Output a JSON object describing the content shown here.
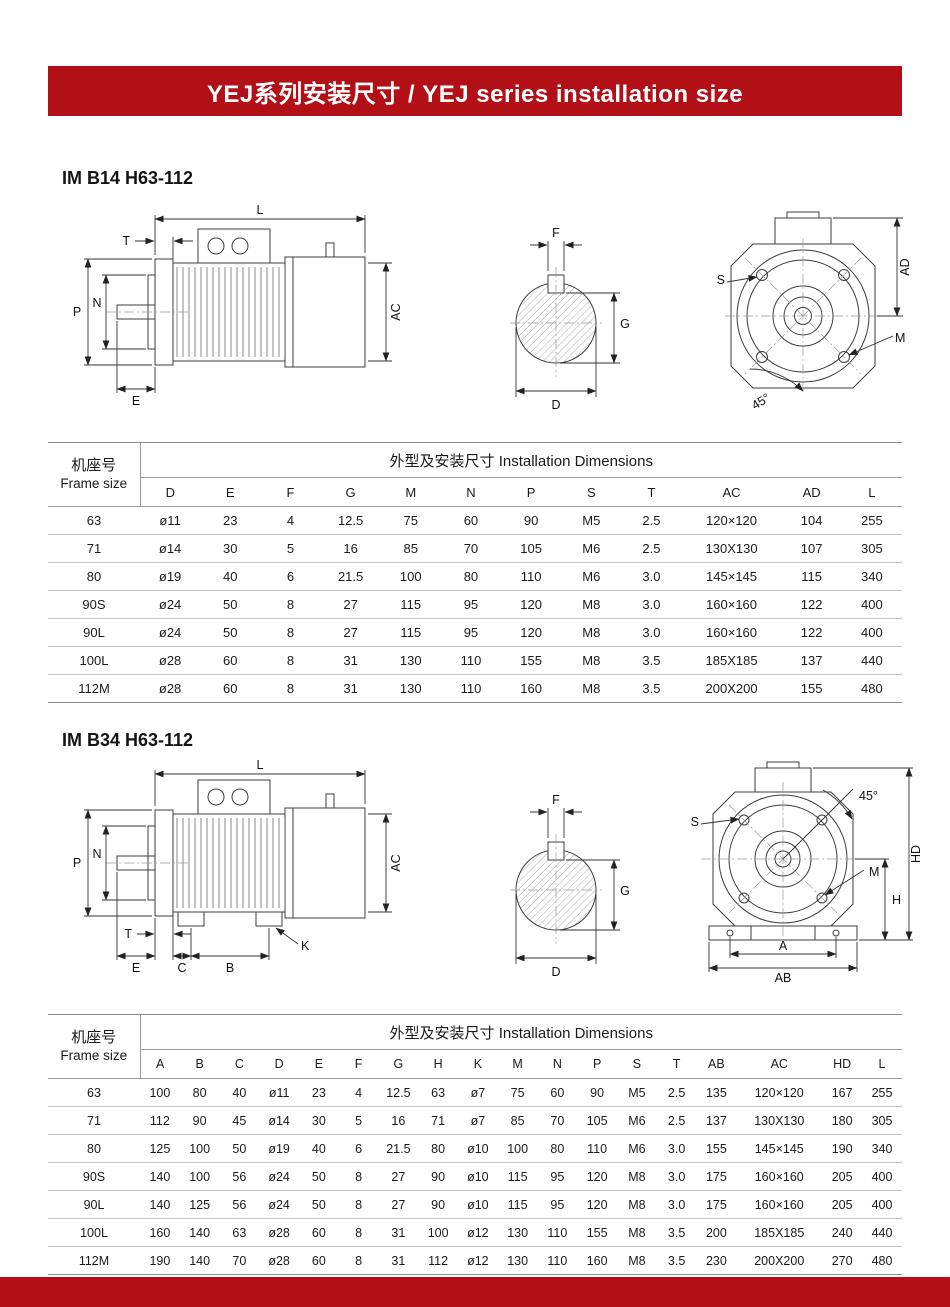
{
  "page": {
    "title": "YEJ系列安装尺寸 / YEJ series installation size",
    "accent_color": "#b30f16"
  },
  "dim_labels": {
    "L": "L",
    "T": "T",
    "P": "P",
    "N": "N",
    "E": "E",
    "AC": "AC",
    "F": "F",
    "G": "G",
    "D": "D",
    "S": "S",
    "M": "M",
    "AD": "AD",
    "angle45": "45°",
    "C": "C",
    "B": "B",
    "K": "K",
    "A": "A",
    "AB": "AB",
    "H": "H",
    "HD": "HD"
  },
  "section_b14": {
    "heading": "IM B14 H63-112",
    "table": {
      "frame_header_cn": "机座号",
      "frame_header_en": "Frame size",
      "dims_header": "外型及安装尺寸  Installation Dimensions",
      "columns": [
        "D",
        "E",
        "F",
        "G",
        "M",
        "N",
        "P",
        "S",
        "T",
        "AC",
        "AD",
        "L"
      ],
      "rows": [
        [
          "63",
          "ø11",
          "23",
          "4",
          "12.5",
          "75",
          "60",
          "90",
          "M5",
          "2.5",
          "120×120",
          "104",
          "255"
        ],
        [
          "71",
          "ø14",
          "30",
          "5",
          "16",
          "85",
          "70",
          "105",
          "M6",
          "2.5",
          "130X130",
          "107",
          "305"
        ],
        [
          "80",
          "ø19",
          "40",
          "6",
          "21.5",
          "100",
          "80",
          "110",
          "M6",
          "3.0",
          "145×145",
          "115",
          "340"
        ],
        [
          "90S",
          "ø24",
          "50",
          "8",
          "27",
          "115",
          "95",
          "120",
          "M8",
          "3.0",
          "160×160",
          "122",
          "400"
        ],
        [
          "90L",
          "ø24",
          "50",
          "8",
          "27",
          "115",
          "95",
          "120",
          "M8",
          "3.0",
          "160×160",
          "122",
          "400"
        ],
        [
          "100L",
          "ø28",
          "60",
          "8",
          "31",
          "130",
          "110",
          "155",
          "M8",
          "3.5",
          "185X185",
          "137",
          "440"
        ],
        [
          "112M",
          "ø28",
          "60",
          "8",
          "31",
          "130",
          "110",
          "160",
          "M8",
          "3.5",
          "200X200",
          "155",
          "480"
        ]
      ]
    }
  },
  "section_b34": {
    "heading": "IM B34 H63-112",
    "table": {
      "frame_header_cn": "机座号",
      "frame_header_en": "Frame size",
      "dims_header": "外型及安装尺寸  Installation Dimensions",
      "columns": [
        "A",
        "B",
        "C",
        "D",
        "E",
        "F",
        "G",
        "H",
        "K",
        "M",
        "N",
        "P",
        "S",
        "T",
        "AB",
        "AC",
        "HD",
        "L"
      ],
      "rows": [
        [
          "63",
          "100",
          "80",
          "40",
          "ø11",
          "23",
          "4",
          "12.5",
          "63",
          "ø7",
          "75",
          "60",
          "90",
          "M5",
          "2.5",
          "135",
          "120×120",
          "167",
          "255"
        ],
        [
          "71",
          "112",
          "90",
          "45",
          "ø14",
          "30",
          "5",
          "16",
          "71",
          "ø7",
          "85",
          "70",
          "105",
          "M6",
          "2.5",
          "137",
          "130X130",
          "180",
          "305"
        ],
        [
          "80",
          "125",
          "100",
          "50",
          "ø19",
          "40",
          "6",
          "21.5",
          "80",
          "ø10",
          "100",
          "80",
          "110",
          "M6",
          "3.0",
          "155",
          "145×145",
          "190",
          "340"
        ],
        [
          "90S",
          "140",
          "100",
          "56",
          "ø24",
          "50",
          "8",
          "27",
          "90",
          "ø10",
          "115",
          "95",
          "120",
          "M8",
          "3.0",
          "175",
          "160×160",
          "205",
          "400"
        ],
        [
          "90L",
          "140",
          "125",
          "56",
          "ø24",
          "50",
          "8",
          "27",
          "90",
          "ø10",
          "115",
          "95",
          "120",
          "M8",
          "3.0",
          "175",
          "160×160",
          "205",
          "400"
        ],
        [
          "100L",
          "160",
          "140",
          "63",
          "ø28",
          "60",
          "8",
          "31",
          "100",
          "ø12",
          "130",
          "110",
          "155",
          "M8",
          "3.5",
          "200",
          "185X185",
          "240",
          "440"
        ],
        [
          "112M",
          "190",
          "140",
          "70",
          "ø28",
          "60",
          "8",
          "31",
          "112",
          "ø12",
          "130",
          "110",
          "160",
          "M8",
          "3.5",
          "230",
          "200X200",
          "270",
          "480"
        ]
      ]
    }
  }
}
